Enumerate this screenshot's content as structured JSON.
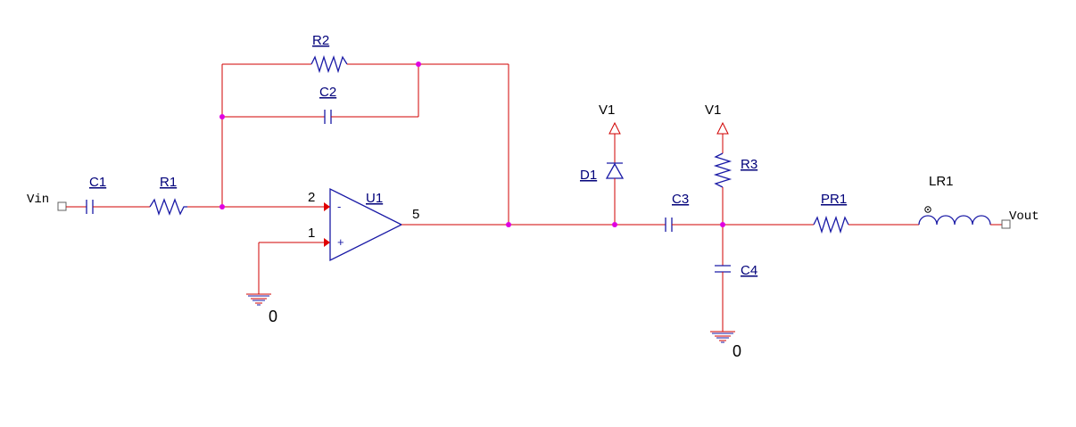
{
  "components": {
    "R1": "R1",
    "R2": "R2",
    "R3": "R3",
    "C1": "C1",
    "C2": "C2",
    "C3": "C3",
    "C4": "C4",
    "D1": "D1",
    "U1": "U1",
    "PR1": "PR1",
    "LR1": "LR1"
  },
  "ports": {
    "input": "Vin",
    "output": "Vout"
  },
  "power": {
    "v1_a": "V1",
    "v1_b": "V1"
  },
  "grounds": {
    "gnd_a": "0",
    "gnd_b": "0"
  },
  "pins": {
    "inverting": "2",
    "noninverting": "1",
    "output": "5"
  },
  "opamp_signs": {
    "minus": "-",
    "plus": "+"
  }
}
